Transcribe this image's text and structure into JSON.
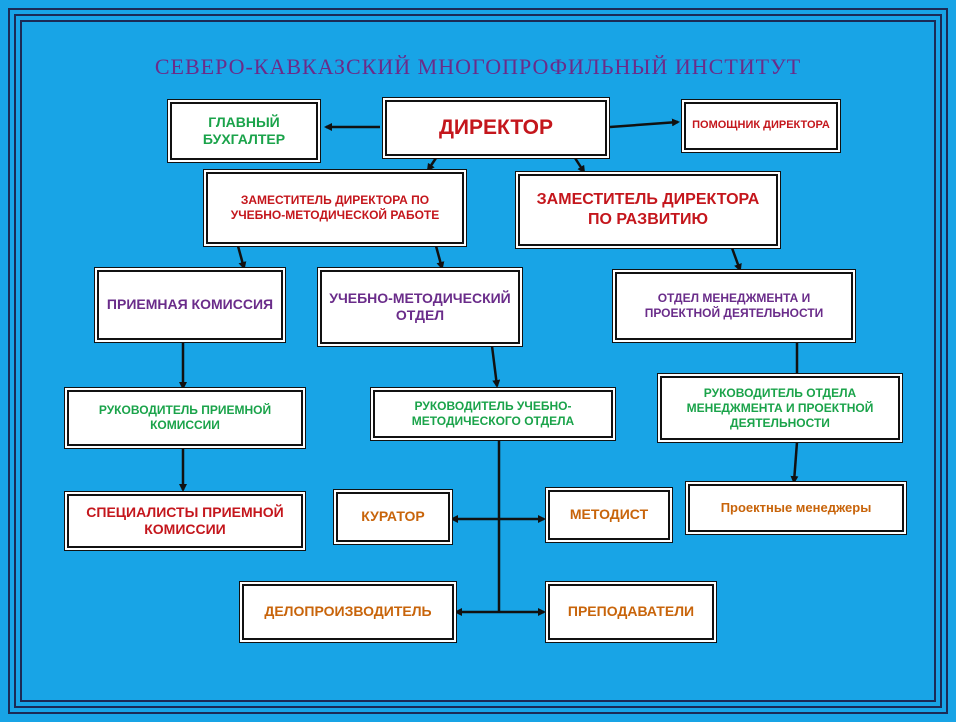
{
  "title": "СЕВЕРО-КАВКАЗСКИЙ МНОГОПРОФИЛЬНЫЙ ИНСТИТУТ",
  "nodes": {
    "chief_accountant": "ГЛАВНЫЙ БУХГАЛТЕР",
    "director": "ДИРЕКТОР",
    "assistant_director": "ПОМОЩНИК ДИРЕКТОРА",
    "deputy_methodical": "ЗАМЕСТИТЕЛЬ ДИРЕКТОРА ПО УЧЕБНО-МЕТОДИЧЕСКОЙ РАБОТЕ",
    "deputy_development": "ЗАМЕСТИТЕЛЬ ДИРЕКТОРА ПО РАЗВИТИЮ",
    "admission_committee": "ПРИЕМНАЯ КОМИССИЯ",
    "methodical_dept": "УЧЕБНО-МЕТОДИЧЕСКИЙ ОТДЕЛ",
    "management_dept": "ОТДЕЛ МЕНЕДЖМЕНТА И ПРОЕКТНОЙ ДЕЯТЕЛЬНОСТИ",
    "head_admission": "РУКОВОДИТЕЛЬ ПРИЕМНОЙ КОМИССИИ",
    "head_methodical": "РУКОВОДИТЕЛЬ УЧЕБНО-МЕТОДИЧЕСКОГО ОТДЕЛА",
    "head_management": "РУКОВОДИТЕЛЬ ОТДЕЛА МЕНЕДЖМЕНТА И ПРОЕКТНОЙ ДЕЯТЕЛЬНОСТИ",
    "admission_specialists": "СПЕЦИАЛИСТЫ ПРИЕМНОЙ КОМИССИИ",
    "curator": "КУРАТОР",
    "methodist": "МЕТОДИСТ",
    "project_managers": "Проектные менеджеры",
    "clerk": "ДЕЛОПРОИЗВОДИТЕЛЬ",
    "teachers": "ПРЕПОДАВАТЕЛИ"
  },
  "colors": {
    "background": "#18a4e6",
    "green": "#1aa34a",
    "red": "#c4161c",
    "purple": "#6a2c8a",
    "orange": "#c8640a"
  }
}
